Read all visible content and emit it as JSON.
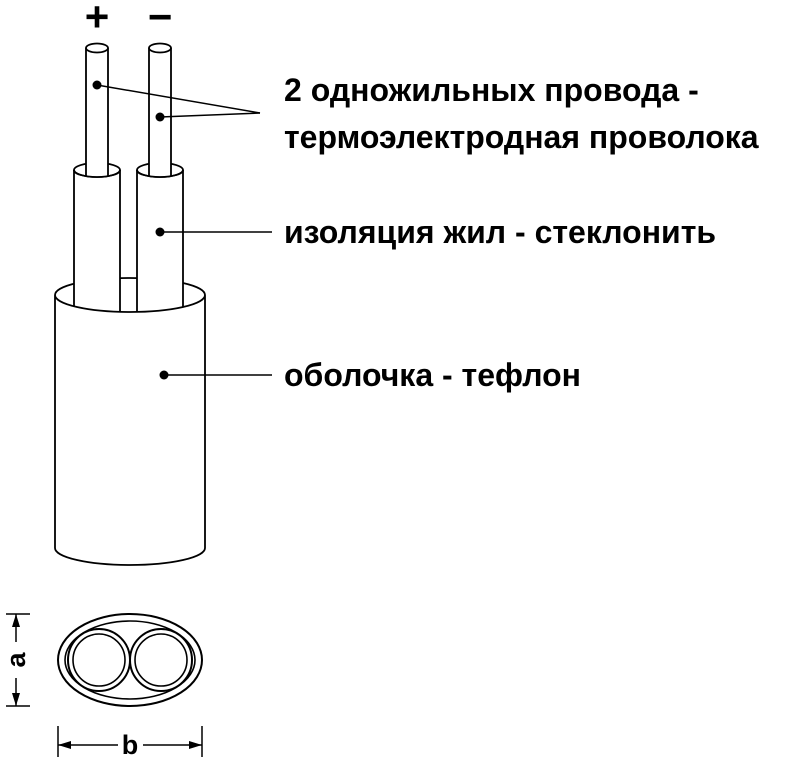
{
  "polarity": {
    "plus": "+",
    "minus": "−"
  },
  "callouts": {
    "wires_line1": "2 одножильных провода -",
    "wires_line2": "термоэлектродная проволока",
    "insulation": "изоляция жил - стеклонить",
    "sheath": "оболочка - тефлон"
  },
  "dimensions": {
    "height_label": "a",
    "width_label": "b"
  },
  "colors": {
    "line": "#000000",
    "fill": "#ffffff",
    "background": "#ffffff"
  }
}
